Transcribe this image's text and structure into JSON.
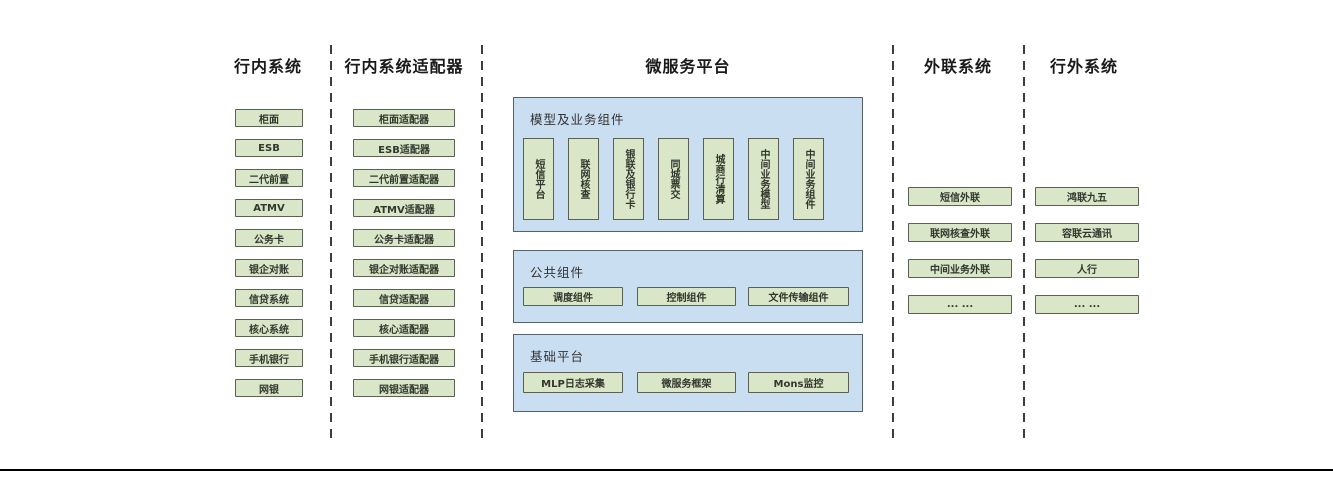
{
  "diagram": {
    "columns": [
      {
        "title": "行内系统",
        "items": [
          "柜面",
          "ESB",
          "二代前置",
          "ATMV",
          "公务卡",
          "银企对账",
          "信贷系统",
          "核心系统",
          "手机银行",
          "网银"
        ]
      },
      {
        "title": "行内系统适配器",
        "items": [
          "柜面适配器",
          "ESB适配器",
          "二代前置适配器",
          "ATMV适配器",
          "公务卡适配器",
          "银企对账适配器",
          "信贷适配器",
          "核心适配器",
          "手机银行适配器",
          "网银适配器"
        ]
      },
      {
        "title": "微服务平台",
        "groups": [
          {
            "title": "模型及业务组件",
            "items": [
              "短信平台",
              "联网核查",
              "银联及银行卡",
              "同城票交",
              "城商行清算",
              "中间业务模型",
              "中间业务组件"
            ]
          },
          {
            "title": "公共组件",
            "items": [
              "调度组件",
              "控制组件",
              "文件传输组件"
            ]
          },
          {
            "title": "基础平台",
            "items": [
              "MLP日志采集",
              "微服务框架",
              "Mons监控"
            ]
          }
        ]
      },
      {
        "title": "外联系统",
        "items": [
          "短信外联",
          "联网核查外联",
          "中间业务外联",
          "... ..."
        ]
      },
      {
        "title": "行外系统",
        "items": [
          "鸿联九五",
          "容联云通讯",
          "人行",
          "... ..."
        ]
      }
    ],
    "colors": {
      "node_fill": "#d9e7c8",
      "node_border": "#5a6054",
      "group_fill": "#cadef2",
      "group_border": "#55616e",
      "separator": "#3d3d3d",
      "bottom_rule": "#000000"
    }
  }
}
